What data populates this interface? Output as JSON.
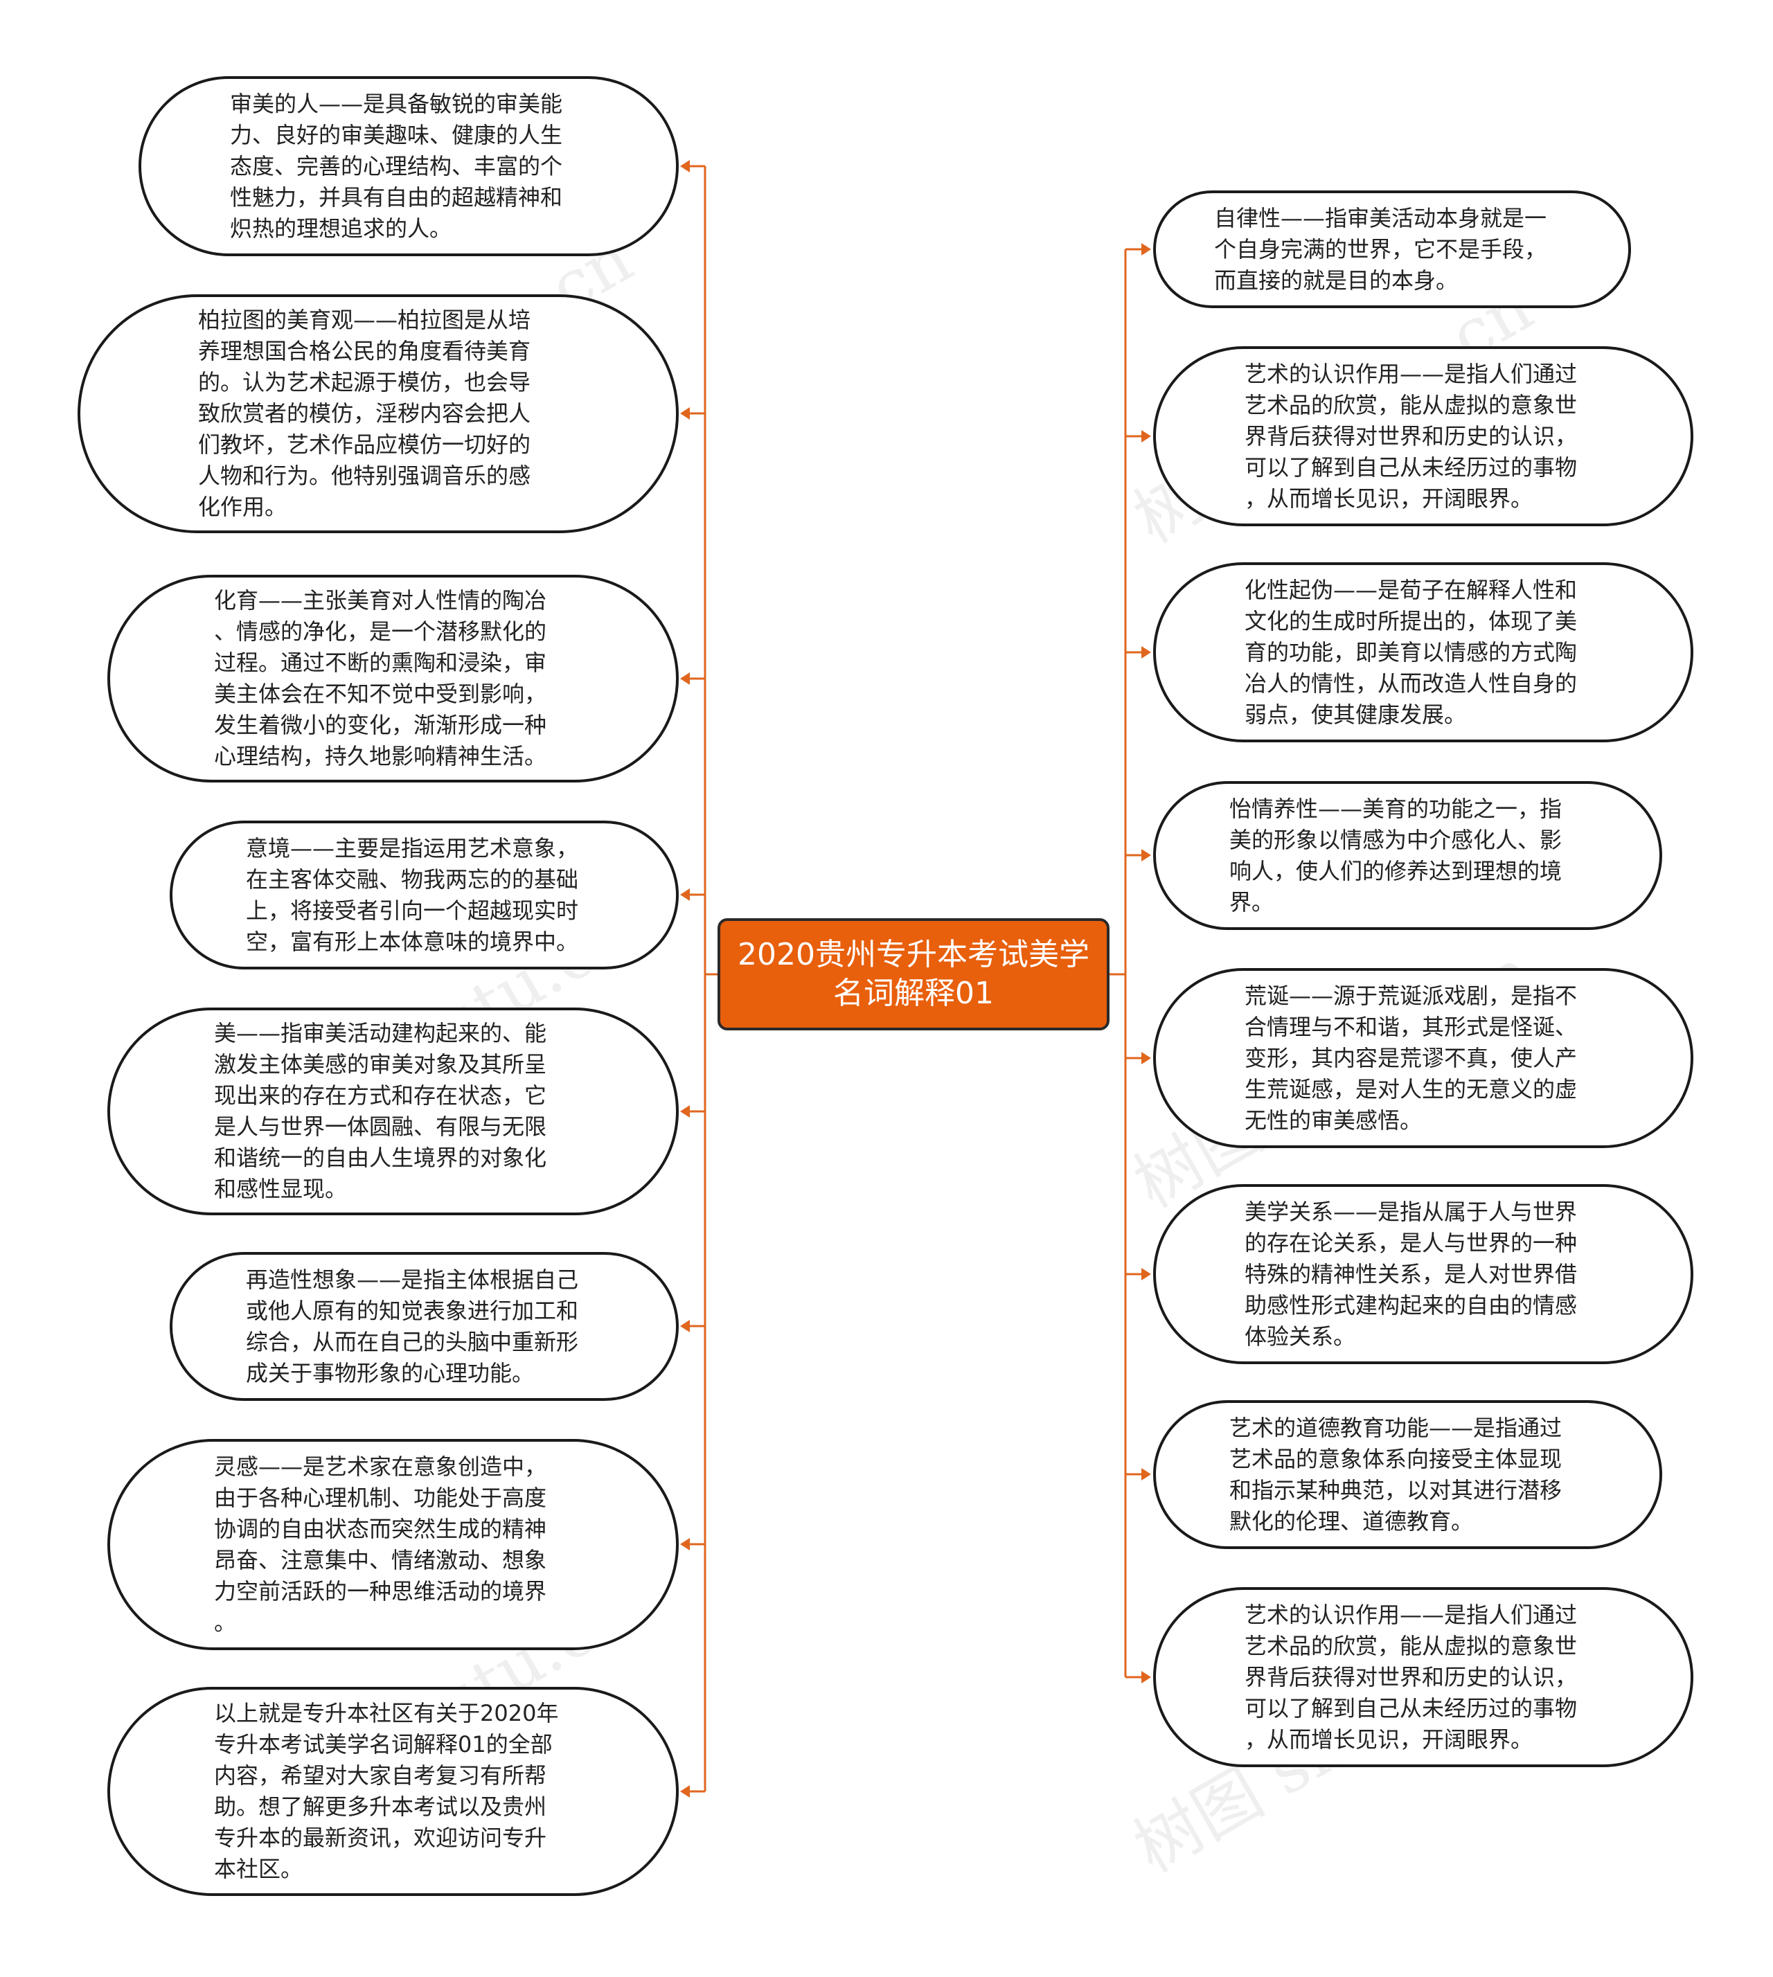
{
  "center": {
    "title": "2020贵州专升本考试美学\n名词解释01"
  },
  "watermark": "树图 shutu.cn",
  "colors": {
    "connector": "#e0661e",
    "center_fill": "#e85f0c",
    "border": "#1a1a1a"
  },
  "left": [
    {
      "text": "审美的人——是具备敏锐的审美能\n力、良好的审美趣味、健康的人生\n态度、完善的心理结构、丰富的个\n性魅力，并具有自由的超越精神和\n炽热的理想追求的人。"
    },
    {
      "text": "柏拉图的美育观——柏拉图是从培\n养理想国合格公民的角度看待美育\n的。认为艺术起源于模仿，也会导\n致欣赏者的模仿，淫秽内容会把人\n们教坏，艺术作品应模仿一切好的\n人物和行为。他特别强调音乐的感\n化作用。"
    },
    {
      "text": "化育——主张美育对人性情的陶冶\n、情感的净化，是一个潜移默化的\n过程。通过不断的熏陶和浸染，审\n美主体会在不知不觉中受到影响，\n发生着微小的变化，渐渐形成一种\n心理结构，持久地影响精神生活。"
    },
    {
      "text": "意境——主要是指运用艺术意象，\n在主客体交融、物我两忘的的基础\n上，将接受者引向一个超越现实时\n空，富有形上本体意味的境界中。"
    },
    {
      "text": "美——指审美活动建构起来的、能\n激发主体美感的审美对象及其所呈\n现出来的存在方式和存在状态，它\n是人与世界一体圆融、有限与无限\n和谐统一的自由人生境界的对象化\n和感性显现。"
    },
    {
      "text": "再造性想象——是指主体根据自己\n或他人原有的知觉表象进行加工和\n综合，从而在自己的头脑中重新形\n成关于事物形象的心理功能。"
    },
    {
      "text": "灵感——是艺术家在意象创造中，\n由于各种心理机制、功能处于高度\n协调的自由状态而突然生成的精神\n昂奋、注意集中、情绪激动、想象\n力空前活跃的一种思维活动的境界\n。"
    },
    {
      "text": "以上就是专升本社区有关于2020年\n专升本考试美学名词解释01的全部\n内容，希望对大家自考复习有所帮\n助。想了解更多升本考试以及贵州\n专升本的最新资讯，欢迎访问专升\n本社区。"
    }
  ],
  "right": [
    {
      "text": "自律性——指审美活动本身就是一\n个自身完满的世界，它不是手段，\n而直接的就是目的本身。"
    },
    {
      "text": "艺术的认识作用——是指人们通过\n艺术品的欣赏，能从虚拟的意象世\n界背后获得对世界和历史的认识，\n可以了解到自己从未经历过的事物\n，从而增长见识，开阔眼界。"
    },
    {
      "text": "化性起伪——是荀子在解释人性和\n文化的生成时所提出的，体现了美\n育的功能，即美育以情感的方式陶\n冶人的情性，从而改造人性自身的\n弱点，使其健康发展。"
    },
    {
      "text": "怡情养性——美育的功能之一，指\n美的形象以情感为中介感化人、影\n响人，使人们的修养达到理想的境\n界。"
    },
    {
      "text": "荒诞——源于荒诞派戏剧，是指不\n合情理与不和谐，其形式是怪诞、\n变形，其内容是荒谬不真，使人产\n生荒诞感，是对人生的无意义的虚\n无性的审美感悟。"
    },
    {
      "text": "美学关系——是指从属于人与世界\n的存在论关系，是人与世界的一种\n特殊的精神性关系，是人对世界借\n助感性形式建构起来的自由的情感\n体验关系。"
    },
    {
      "text": "艺术的道德教育功能——是指通过\n艺术品的意象体系向接受主体显现\n和指示某种典范，以对其进行潜移\n默化的伦理、道德教育。"
    },
    {
      "text": "艺术的认识作用——是指人们通过\n艺术品的欣赏，能从虚拟的意象世\n界背后获得对世界和历史的认识，\n可以了解到自己从未经历过的事物\n，从而增长见识，开阔眼界。"
    }
  ]
}
